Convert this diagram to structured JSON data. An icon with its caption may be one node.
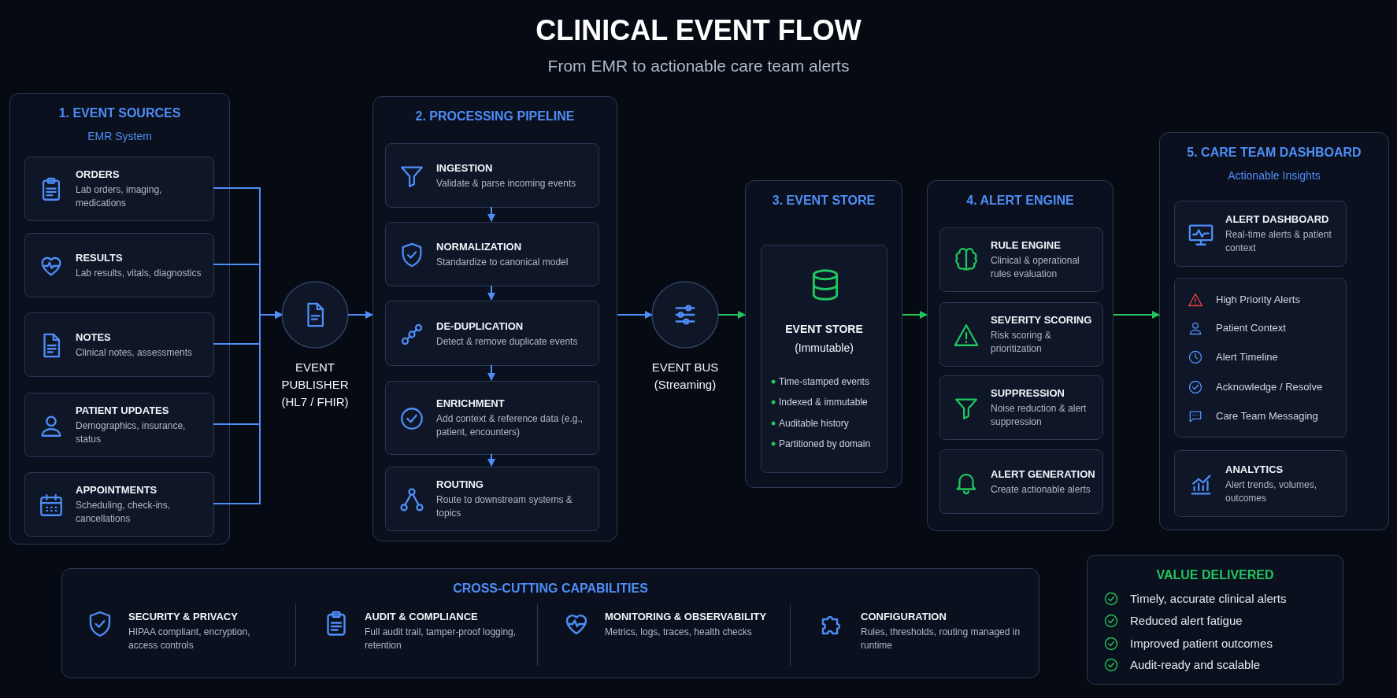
{
  "diagram": {
    "title": "CLINICAL EVENT FLOW",
    "nodes": [
      {
        "text": [
          "1. EVENT SOURCES",
          "EMR System"
        ]
      },
      {
        "text": [
          "ORDERS",
          "Lab orders, imaging, medications"
        ],
        "in": 0
      },
      {
        "text": [
          "RESULTS",
          "Lab results, vitals, diagnostics"
        ],
        "in": 0
      },
      {
        "text": [
          "NOTES",
          "Clinical notes, assessments"
        ],
        "in": 0
      },
      {
        "text": [
          "PATIENT UPDATES",
          "Demographics, insurance, status"
        ],
        "in": 0
      },
      {
        "text": [
          "APPOINTMENTS",
          "Scheduling, check-ins, cancellations"
        ],
        "in": 0
      },
      {
        "text": [
          "EVENT PUBLISHER",
          "(HL7 / FHIR)"
        ]
      },
      {
        "text": [
          "2. PROCESSING PIPELINE"
        ]
      },
      {
        "text": [
          "INGESTION",
          "Validate & parse incoming events"
        ],
        "in": 7
      },
      {
        "text": [
          "NORMALIZATION",
          "Standardize to canonical model"
        ],
        "in": 7
      },
      {
        "text": [
          "DE-DUPLICATION",
          "Detect & remove duplicate events"
        ],
        "in": 7
      },
      {
        "text": [
          "ENRICHMENT",
          "Add context & reference data (e.g., patient, encounters)"
        ],
        "in": 7
      },
      {
        "text": [
          "ROUTING",
          "Route to downstream systems & topics"
        ],
        "in": 7
      },
      {
        "text": [
          "EVENT BUS",
          "(Streaming)"
        ]
      },
      {
        "text": [
          "3. EVENT STORE"
        ]
      },
      {
        "text": [
          "EVENT STORE",
          "(Immutable)",
          "Time-stamped events",
          "Indexed & immutable",
          "Auditable history",
          "Partitioned by domain"
        ],
        "in": 14
      },
      {
        "text": [
          "4. ALERT ENGINE"
        ]
      },
      {
        "text": [
          "RULE ENGINE",
          "Clinical & operational rules evaluation"
        ],
        "in": 16
      },
      {
        "text": [
          "SEVERITY SCORING",
          "Risk scoring & prioritization"
        ],
        "in": 16
      },
      {
        "text": [
          "SUPPRESSION",
          "Noise reduction & alert suppression"
        ],
        "in": 16
      },
      {
        "text": [
          "ALERT GENERATION",
          "Create actionable alerts"
        ],
        "in": 16
      },
      {
        "text": [
          "5. CARE TEAM DASHBOARD",
          "Actionable Insights"
        ]
      },
      {
        "text": [
          "ALERT DASHBOARD",
          "Real-time alerts & patient context"
        ],
        "in": 21
      },
      {
        "text": [
          "High Priority Alerts",
          "Patient Context",
          "Alert Timeline",
          "Acknowledge / Resolve",
          "Care Team Messaging"
        ],
        "in": 21
      },
      {
        "text": [
          "ANALYTICS",
          "Alert trends, volumes, outcomes"
        ],
        "in": 21
      },
      {
        "text": [
          "CROSS-CUTTING CAPABILITIES"
        ]
      },
      {
        "text": [
          "SECURITY & PRIVACY",
          "HIPAA compliant, encryption, access controls"
        ],
        "in": 25
      },
      {
        "text": [
          "AUDIT & COMPLIANCE",
          "Full audit trail, tamper-proof logging, retention"
        ],
        "in": 25
      },
      {
        "text": [
          "MONITORING & OBSERVABILITY",
          "Metrics, logs, traces, health checks"
        ],
        "in": 25
      },
      {
        "text": [
          "CONFIGURATION",
          "Rules, thresholds, routing managed in runtime"
        ],
        "in": 25
      },
      {
        "text": [
          "VALUE DELIVERED",
          "Timely, accurate clinical alerts",
          "Reduced alert fatigue",
          "Improved patient outcomes",
          "Audit-ready and scalable"
        ]
      }
    ],
    "edges": [
      {
        "from": 1,
        "to": 6,
        "arrow": "to"
      },
      {
        "from": 2,
        "to": 6,
        "arrow": "to"
      },
      {
        "from": 3,
        "to": 6,
        "arrow": "to"
      },
      {
        "from": 4,
        "to": 6,
        "arrow": "to"
      },
      {
        "from": 5,
        "to": 6,
        "arrow": "to"
      },
      {
        "from": 6,
        "to": 7,
        "arrow": "to"
      },
      {
        "from": 8,
        "to": 9,
        "arrow": "to"
      },
      {
        "from": 9,
        "to": 10,
        "arrow": "to"
      },
      {
        "from": 10,
        "to": 11,
        "arrow": "to"
      },
      {
        "from": 11,
        "to": 12,
        "arrow": "to"
      },
      {
        "from": 7,
        "to": 13,
        "arrow": "to"
      },
      {
        "from": 13,
        "to": 14,
        "arrow": "to",
        "color": "#22c55e"
      },
      {
        "from": 14,
        "to": 16,
        "arrow": "to",
        "color": "#22c55e"
      },
      {
        "from": 16,
        "to": 21,
        "arrow": "to",
        "color": "#22c55e"
      }
    ],
    "labels": [
      "From EMR to actionable care team alerts"
    ]
  }
}
